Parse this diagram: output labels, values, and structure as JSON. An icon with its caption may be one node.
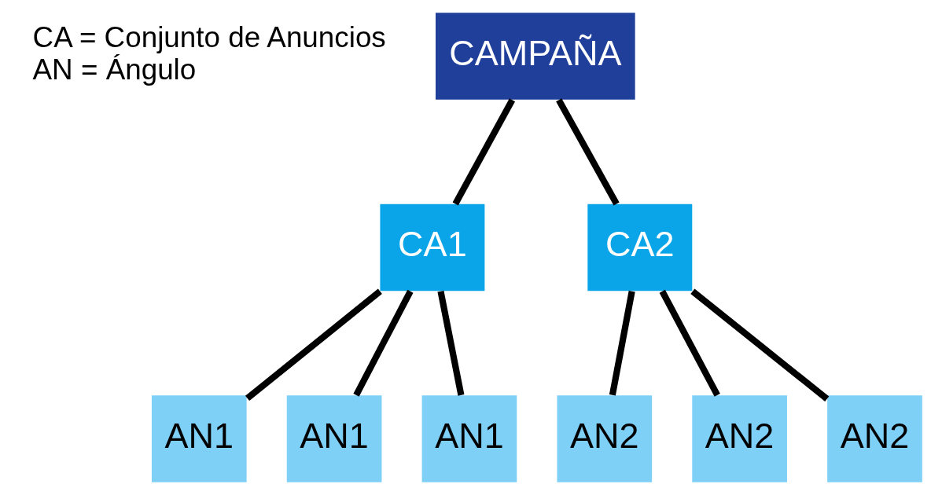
{
  "diagram": {
    "nodes": [
      {
        "text": [
          "CAMPAÑA"
        ]
      },
      {
        "text": [
          "CA1"
        ]
      },
      {
        "text": [
          "CA2"
        ]
      },
      {
        "text": [
          "AN1"
        ]
      },
      {
        "text": [
          "AN1"
        ]
      },
      {
        "text": [
          "AN1"
        ]
      },
      {
        "text": [
          "AN2"
        ]
      },
      {
        "text": [
          "AN2"
        ]
      },
      {
        "text": [
          "AN2"
        ]
      }
    ],
    "edges": [
      {
        "from": 0,
        "to": 1,
        "arrow": "none"
      },
      {
        "from": 0,
        "to": 2,
        "arrow": "none"
      },
      {
        "from": 1,
        "to": 3,
        "arrow": "none"
      },
      {
        "from": 1,
        "to": 4,
        "arrow": "none"
      },
      {
        "from": 1,
        "to": 5,
        "arrow": "none"
      },
      {
        "from": 2,
        "to": 6,
        "arrow": "none"
      },
      {
        "from": 2,
        "to": 7,
        "arrow": "none"
      },
      {
        "from": 2,
        "to": 8,
        "arrow": "none"
      }
    ],
    "labels": [
      "CA = Conjunto de Anuncios",
      "AN = Ángulo"
    ]
  }
}
